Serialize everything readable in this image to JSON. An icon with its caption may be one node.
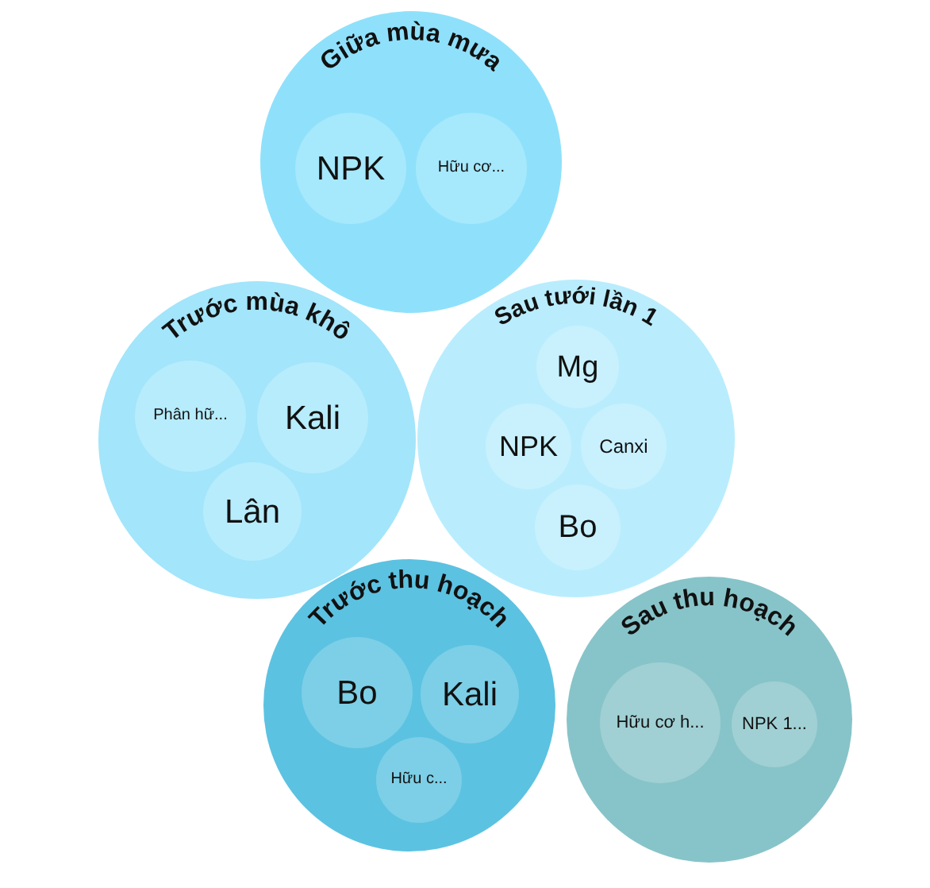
{
  "diagram": {
    "nodes": [
      {
        "text": [
          "Giữa mùa mưa"
        ]
      },
      {
        "text": [
          "NPK"
        ],
        "in": 0
      },
      {
        "text": [
          "Hữu cơ..."
        ],
        "in": 0
      },
      {
        "text": [
          "Trước mùa khô"
        ]
      },
      {
        "text": [
          "Phân hữ..."
        ],
        "in": 3
      },
      {
        "text": [
          "Kali"
        ],
        "in": 3
      },
      {
        "text": [
          "Lân"
        ],
        "in": 3
      },
      {
        "text": [
          "Sau tưới lần 1"
        ]
      },
      {
        "text": [
          "Mg"
        ],
        "in": 7
      },
      {
        "text": [
          "NPK"
        ],
        "in": 7
      },
      {
        "text": [
          "Canxi"
        ],
        "in": 7
      },
      {
        "text": [
          "Bo"
        ],
        "in": 7
      },
      {
        "text": [
          "Trước thu hoạch"
        ]
      },
      {
        "text": [
          "Bo"
        ],
        "in": 12
      },
      {
        "text": [
          "Kali"
        ],
        "in": 12
      },
      {
        "text": [
          "Hữu c..."
        ],
        "in": 12
      },
      {
        "text": [
          "Sau thu hoạch"
        ]
      },
      {
        "text": [
          "Hữu cơ h..."
        ],
        "in": 16
      },
      {
        "text": [
          "NPK 1..."
        ],
        "in": 16
      }
    ]
  }
}
